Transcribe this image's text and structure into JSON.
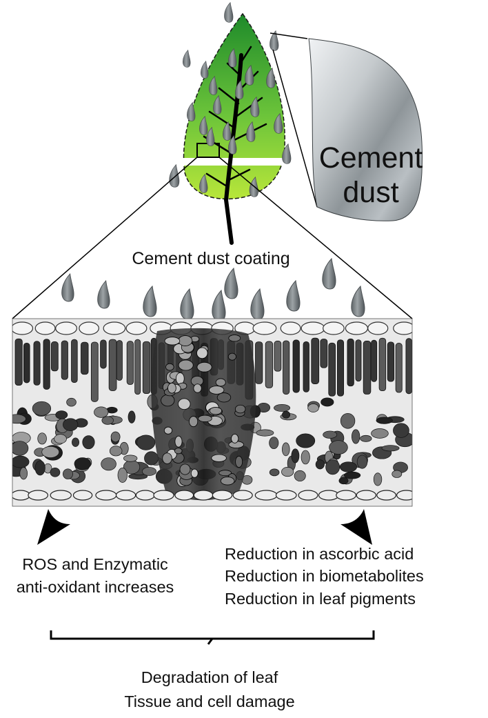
{
  "labels": {
    "cement_dust_line1": "Cement",
    "cement_dust_line2": "dust",
    "coating": "Cement dust coating",
    "left_effects": [
      "ROS and Enzymatic",
      "anti-oxidant increases"
    ],
    "right_effects": [
      "Reduction in ascorbic acid",
      "Reduction in biometabolites",
      "Reduction in leaf pigments"
    ],
    "outcome": [
      "Degradation of leaf",
      "Tissue and cell damage"
    ]
  },
  "colors": {
    "leaf_dark": "#1e8a2a",
    "leaf_light": "#b8e63a",
    "dust_dark": "#6f7679",
    "dust_light": "#e4e7ea",
    "ink": "#111111"
  },
  "icons": {
    "dust_particle": "dust-drop-icon",
    "arrowhead": "arrowhead-icon"
  }
}
